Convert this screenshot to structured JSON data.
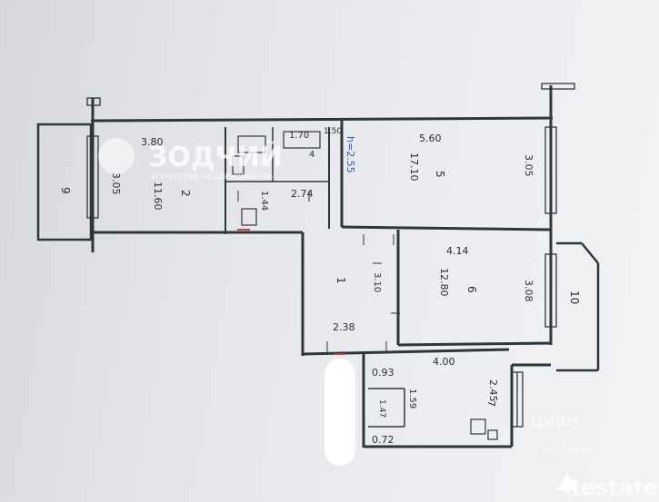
{
  "plan": {
    "height_label": "h=2.55",
    "rooms": [
      {
        "number": "1",
        "dims": [
          "2.38",
          "3.10"
        ],
        "area": ""
      },
      {
        "number": "2",
        "dims": [
          "3.80",
          "3.05"
        ],
        "area": "11.60"
      },
      {
        "number": "4",
        "dims": [
          "1.70"
        ],
        "area": ""
      },
      {
        "number": "5",
        "dims": [
          "5.60",
          "3.05"
        ],
        "area": "17.10"
      },
      {
        "number": "6",
        "dims": [
          "4.14",
          "3.08"
        ],
        "area": "12.80"
      },
      {
        "number": "7",
        "dims": [
          "4.00",
          "2.45"
        ],
        "area": ""
      },
      {
        "number": "9",
        "dims": [],
        "area": ""
      },
      {
        "number": "10",
        "dims": [],
        "area": ""
      }
    ],
    "corridor_dims": [
      "1.44",
      "2.74",
      "1.50"
    ],
    "bath_dims": [
      "0.93",
      "1.59",
      "0.72",
      "1.47"
    ],
    "accent_colors": {
      "red_mark": "#c0392b",
      "blue_label": "#2b56c8",
      "line": "#30343b"
    }
  },
  "watermarks": {
    "zodchiy_name": "ЗОДЧИЙ",
    "zodchiy_tag": "агентство недвижимости",
    "cian": "циан",
    "cian_id": "24136160",
    "restate": "Restate"
  }
}
